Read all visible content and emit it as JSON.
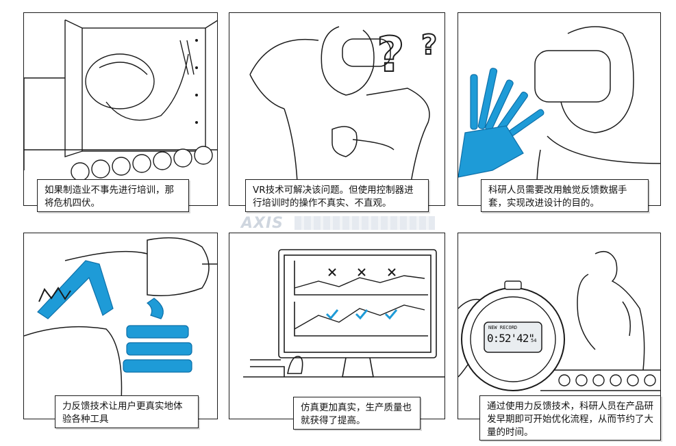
{
  "colors": {
    "ink": "#1a1a1a",
    "accent": "#1e9bd7",
    "accent_dark": "#0d6fa8"
  },
  "panels": [
    {
      "caption": "如果制造业不事先进行培训，那将危机四伏。"
    },
    {
      "caption": "VR技术可解决该问题。但使用控制器进行培训时的操作不真实、不直观。"
    },
    {
      "caption": "科研人员需要改用触觉反馈数据手套，实现改进设计的目的。"
    },
    {
      "caption": "力反馈技术让用户更真实地体验各种工具"
    },
    {
      "caption": "仿真更加真实，生产质量也就获得了提高。"
    },
    {
      "caption": "通过使用力反馈技术，科研人员在产品研发早期即可开始优化流程，从而节约了大量的时间。"
    }
  ],
  "stopwatch": {
    "header": "NEW RECORD",
    "time": "0:52'42\"",
    "sub": "54"
  },
  "watermark": {
    "text": "AXIS"
  }
}
